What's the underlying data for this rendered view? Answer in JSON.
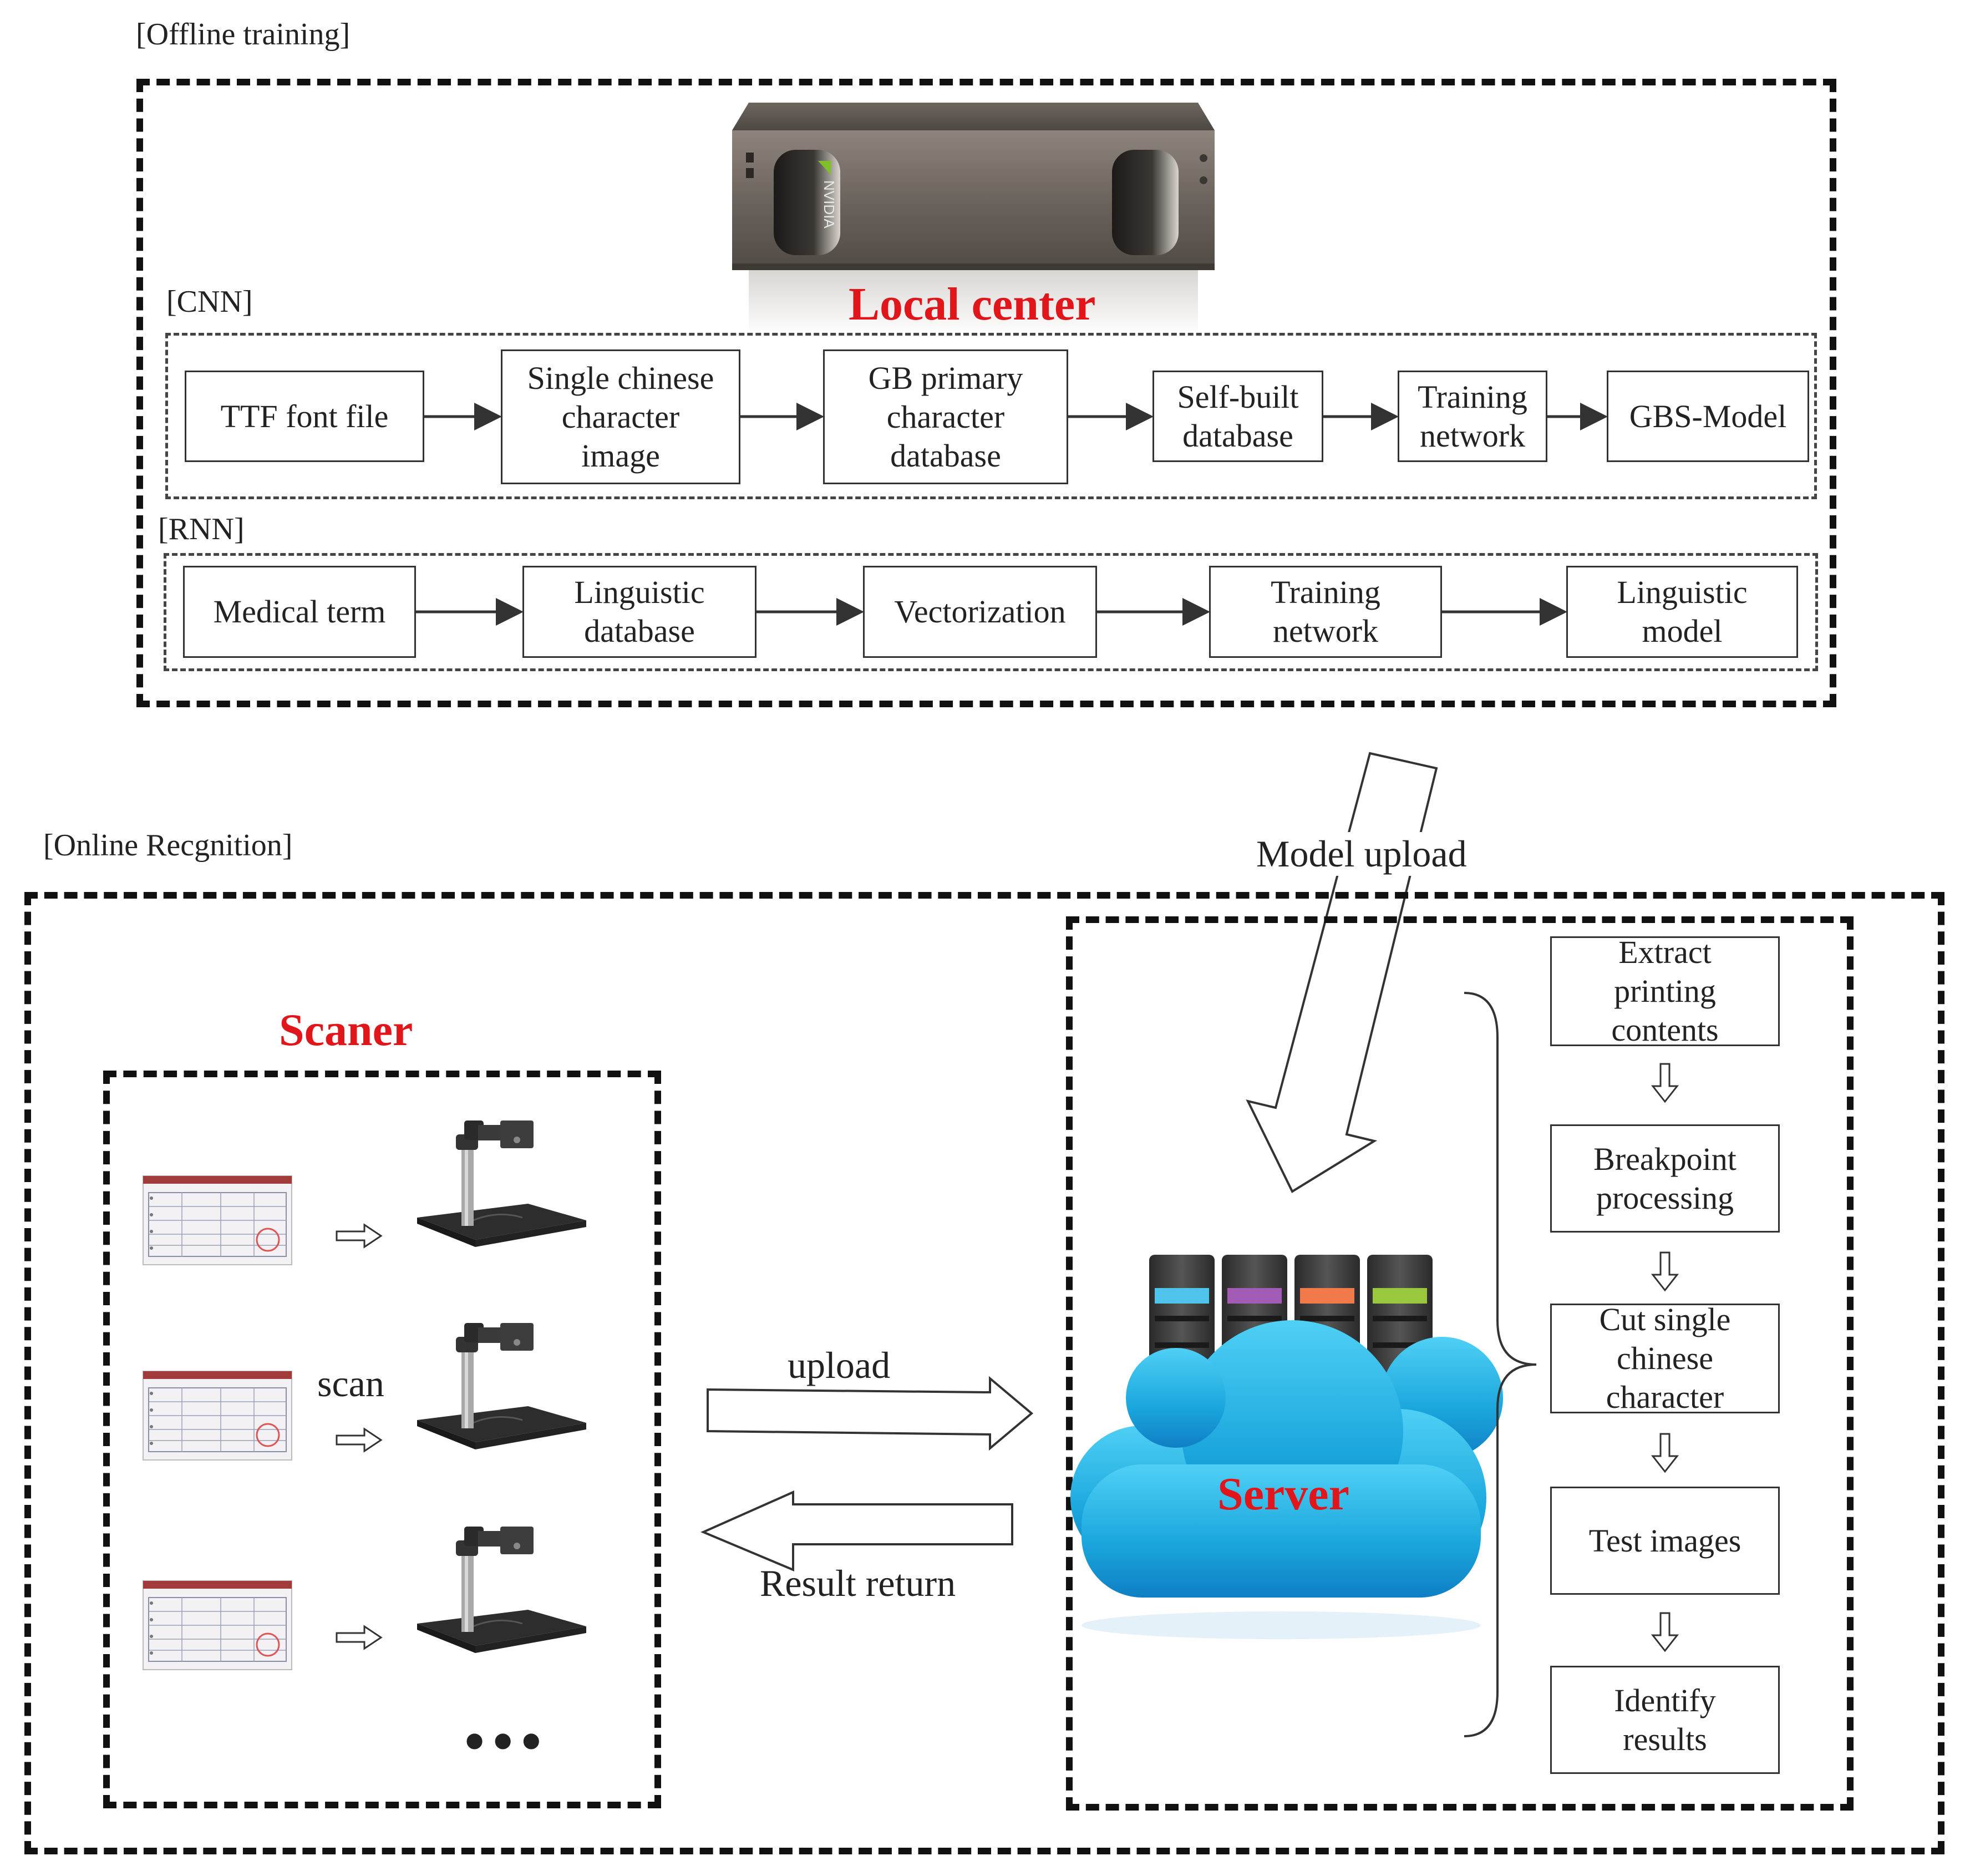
{
  "offline": {
    "section_label": "[Offline training]",
    "center_title": "Local center",
    "cnn": {
      "label": "[CNN]",
      "steps": [
        "TTF font file",
        "Single chinese\ncharacter\nimage",
        "GB primary\ncharacter\ndatabase",
        "Self-built\ndatabase",
        "Training\nnetwork",
        "GBS-Model"
      ]
    },
    "rnn": {
      "label": "[RNN]",
      "steps": [
        "Medical term",
        "Linguistic\ndatabase",
        "Vectorization",
        "Training\nnetwork",
        "Linguistic\nmodel"
      ]
    }
  },
  "transfer": {
    "model_upload_label": "Model upload"
  },
  "online": {
    "section_label": "[Online Recgnition]",
    "scanner": {
      "title": "Scaner",
      "scan_label": "scan",
      "more_indicator": "•••"
    },
    "upload_label": "upload",
    "result_label": "Result return",
    "server": {
      "title": "Server",
      "steps": [
        "Extract\nprinting\ncontents",
        "Breakpoint\nprocessing",
        "Cut single\nchinese\ncharacter",
        "Test images",
        "Identify\nresults"
      ]
    }
  },
  "colors": {
    "title_red": "#e0161b",
    "cloud_blue": "#29a9e0",
    "server_dark": "#3a3a3a"
  }
}
